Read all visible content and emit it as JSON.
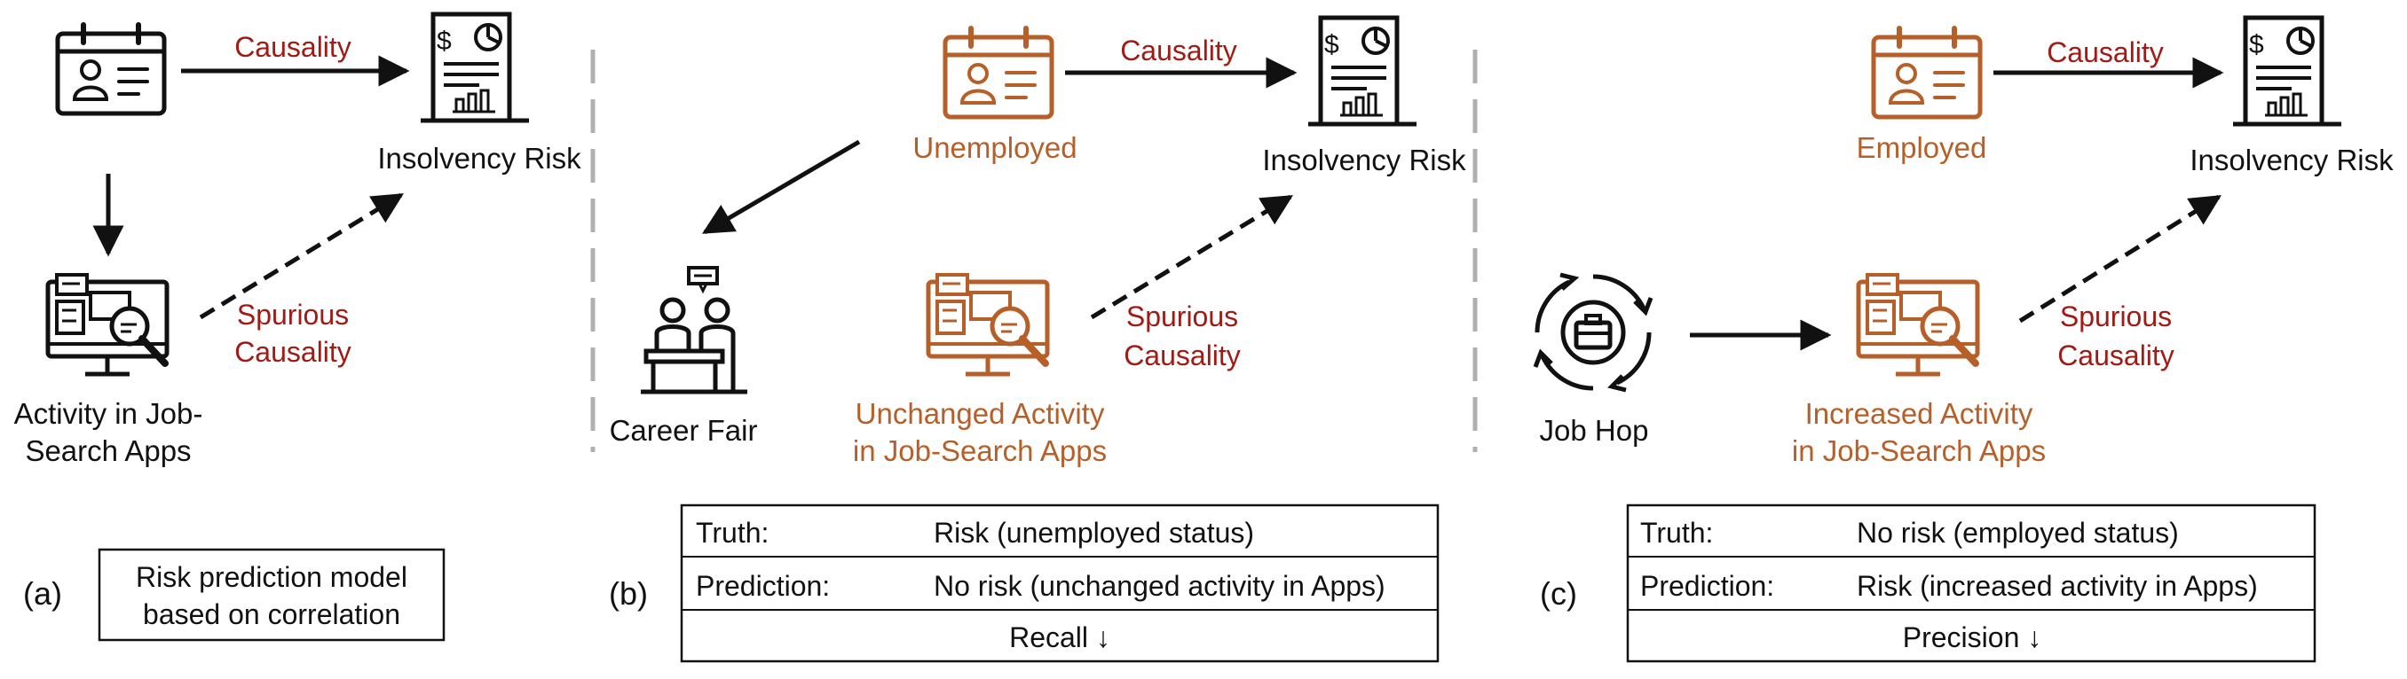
{
  "colors": {
    "ink": "#111111",
    "orange": "#b75f28",
    "red": "#a11a14",
    "divider": "#b0b0b0"
  },
  "icons": {
    "profile_card": "id-card-calendar-icon",
    "report": "financial-report-icon",
    "job_search": "monitor-search-icon",
    "career_fair": "interview-desk-icon",
    "job_hop": "briefcase-cycle-icon"
  },
  "panel_a": {
    "tag": "(a)",
    "insolvency": "Insolvency Risk",
    "causality": "Causality",
    "spurious": [
      "Spurious",
      "Causality"
    ],
    "activity": [
      "Activity in Job-",
      "Search Apps"
    ],
    "model_box": [
      "Risk prediction model",
      "based on correlation"
    ]
  },
  "panel_b": {
    "tag": "(b)",
    "status": "Unemployed",
    "insolvency": "Insolvency Risk",
    "causality": "Causality",
    "spurious": [
      "Spurious",
      "Causality"
    ],
    "career_fair": "Career Fair",
    "activity": [
      "Unchanged Activity",
      "in Job-Search Apps"
    ],
    "table": {
      "truth_label": "Truth:",
      "truth_value": "Risk (unemployed status)",
      "pred_label": "Prediction:",
      "pred_value": "No risk (unchanged activity in Apps)",
      "metric": "Recall ↓"
    }
  },
  "panel_c": {
    "tag": "(c)",
    "status": "Employed",
    "insolvency": "Insolvency Risk",
    "causality": "Causality",
    "spurious": [
      "Spurious",
      "Causality"
    ],
    "job_hop": "Job Hop",
    "activity": [
      "Increased Activity",
      "in Job-Search Apps"
    ],
    "table": {
      "truth_label": "Truth:",
      "truth_value": "No risk (employed status)",
      "pred_label": "Prediction:",
      "pred_value": "Risk (increased activity in Apps)",
      "metric": "Precision ↓"
    }
  }
}
